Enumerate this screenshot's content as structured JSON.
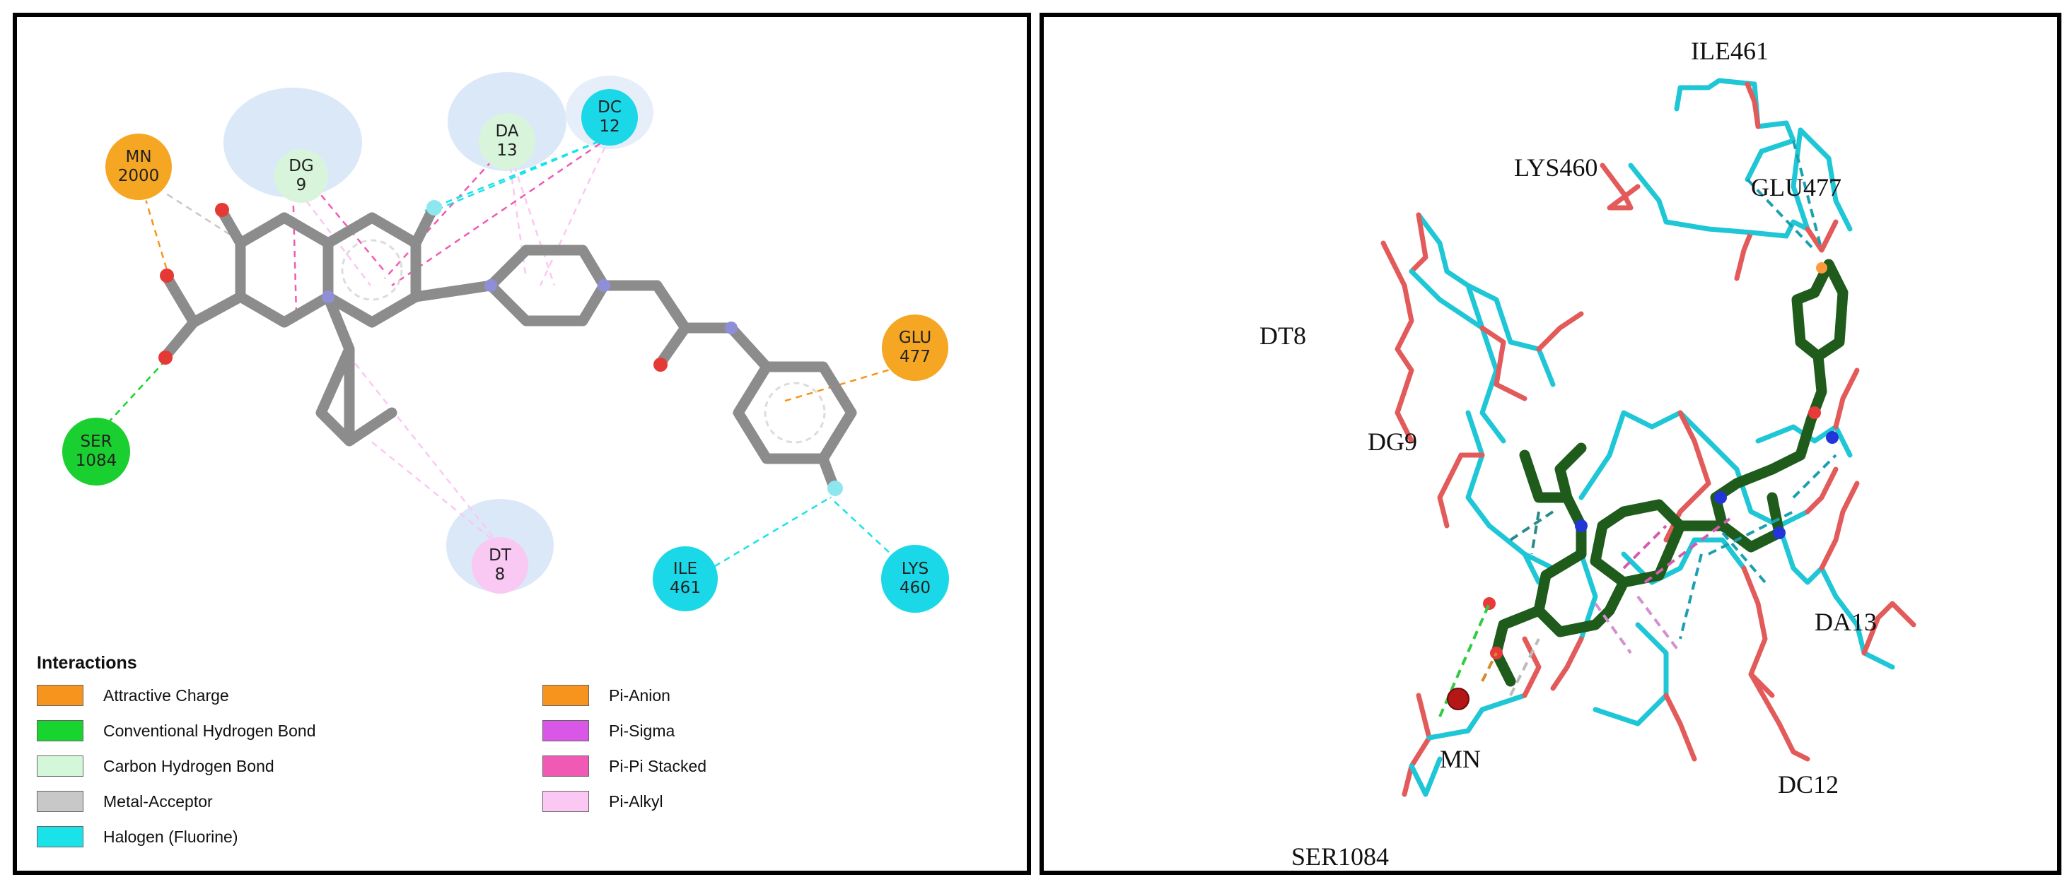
{
  "left_panel": {
    "residues": [
      {
        "id": "mn2000",
        "line1": "MN",
        "line2": "2000",
        "fill": "#f5a623"
      },
      {
        "id": "dg9",
        "line1": "DG",
        "line2": "9",
        "fill": "#d8f5dc"
      },
      {
        "id": "da13",
        "line1": "DA",
        "line2": "13",
        "fill": "#d8f5dc"
      },
      {
        "id": "dc12",
        "line1": "DC",
        "line2": "12",
        "fill": "#1ad8e8"
      },
      {
        "id": "glu477",
        "line1": "GLU",
        "line2": "477",
        "fill": "#f5a623"
      },
      {
        "id": "ser1084",
        "line1": "SER",
        "line2": "1084",
        "fill": "#19d030"
      },
      {
        "id": "dt8",
        "line1": "DT",
        "line2": "8",
        "fill": "#f9c8f3"
      },
      {
        "id": "ile461",
        "line1": "ILE",
        "line2": "461",
        "fill": "#1ad8e8"
      },
      {
        "id": "lys460",
        "line1": "LYS",
        "line2": "460",
        "fill": "#1ad8e8"
      }
    ],
    "legend": {
      "title": "Interactions",
      "items": [
        {
          "label": "Attractive Charge",
          "color": "#f7941d"
        },
        {
          "label": "Conventional Hydrogen Bond",
          "color": "#18d42e"
        },
        {
          "label": "Carbon Hydrogen Bond",
          "color": "#d4f7da"
        },
        {
          "label": "Metal-Acceptor",
          "color": "#c8c8c8"
        },
        {
          "label": "Halogen (Fluorine)",
          "color": "#19e3e8"
        },
        {
          "label": "Pi-Anion",
          "color": "#f7941d"
        },
        {
          "label": "Pi-Sigma",
          "color": "#d957e6"
        },
        {
          "label": "Pi-Pi Stacked",
          "color": "#f05ab4"
        },
        {
          "label": "Pi-Alkyl",
          "color": "#fbc8f3"
        }
      ]
    }
  },
  "right_panel": {
    "labels": {
      "ile461": "ILE461",
      "lys460": "LYS460",
      "glu477": "GLU477",
      "dt8": "DT8",
      "dg9": "DG9",
      "da13": "DA13",
      "mn": "MN",
      "dc12": "DC12",
      "ser1084": "SER1084"
    }
  }
}
